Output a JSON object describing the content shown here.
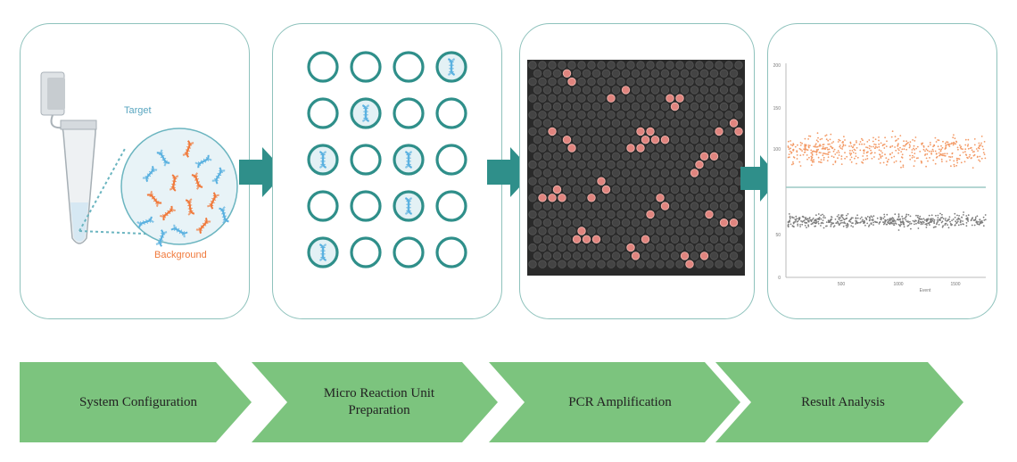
{
  "panels": {
    "configuration": {
      "target_label": "Target",
      "background_label": "Background"
    },
    "partition": {
      "grid": [
        [
          0,
          0,
          0,
          1
        ],
        [
          0,
          1,
          0,
          0
        ],
        [
          1,
          0,
          1,
          0
        ],
        [
          0,
          0,
          1,
          0
        ],
        [
          1,
          0,
          0,
          0
        ]
      ]
    },
    "result": {
      "y_ticks": [
        "200",
        "150",
        "100",
        "50",
        "0"
      ],
      "x_ticks": [
        "500",
        "1000",
        "1500"
      ],
      "x_axis_label": "Event"
    }
  },
  "steps": [
    {
      "label": "System Configuration"
    },
    {
      "label": "Micro Reaction Unit Preparation"
    },
    {
      "label": "PCR Amplification"
    },
    {
      "label": "Result Analysis"
    }
  ],
  "colors": {
    "teal": "#2f8f8a",
    "panel_border": "#8ec2bc",
    "orange": "#f07a3c",
    "blue": "#5ab1e0",
    "green_step": "#7cc47e",
    "positive_cluster": "#f39a66",
    "negative_cluster": "#7d7d7d"
  }
}
